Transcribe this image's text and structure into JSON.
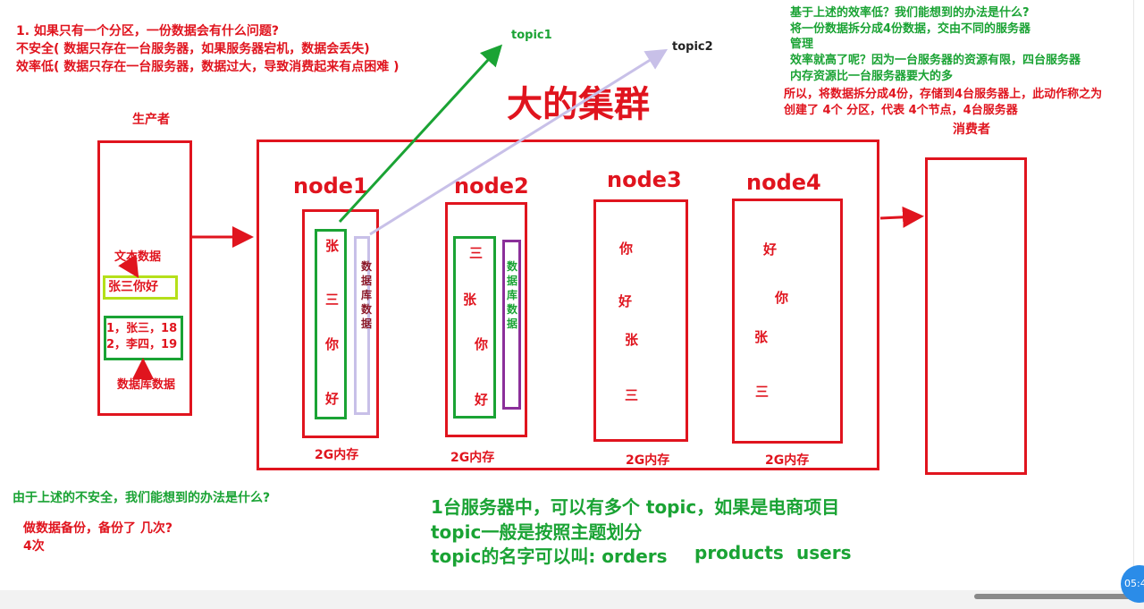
{
  "question": {
    "line1": "1. 如果只有一个分区，一份数据会有什么问题?",
    "line2": "不安全( 数据只存在一台服务器，如果服务器宕机，数据会丢失)",
    "line3": "效率低( 数据只存在一台服务器，数据过大，导致消费起来有点困难 )"
  },
  "topics": {
    "topic1": "topic1",
    "topic2": "topic2"
  },
  "big_cluster": "大的集群",
  "efficiency_note": {
    "line1": "基于上述的效率低？我们能想到的办法是什么?",
    "line2": "将一份数据拆分成4份数据，交由不同的服务器",
    "line3": "管理",
    "line4": "效率就高了呢？因为一台服务器的资源有限，四台服务器",
    "line5": "内存资源比一台服务器要大的多"
  },
  "partition_note": {
    "line1": "所以，将数据拆分成4份，存储到4台服务器上，此动作称之为",
    "line2": "创建了 4个 分区，代表 4个节点，4台服务器"
  },
  "producer": {
    "title": "生产者",
    "text_label": "文本数据",
    "text_value": "张三你好",
    "db_row1": "1，张三，18",
    "db_row2": "2，李四，19",
    "db_label": "数据库数据"
  },
  "consumer": {
    "title": "消费者"
  },
  "nodes": [
    {
      "name": "node1",
      "memory": "2G内存",
      "chars": [
        "张",
        "三",
        "你",
        "好"
      ],
      "db": "数据库数据"
    },
    {
      "name": "node2",
      "memory": "2G内存",
      "chars": [
        "三",
        "张",
        "你",
        "好"
      ],
      "db": "数据库数据"
    },
    {
      "name": "node3",
      "memory": "2G内存",
      "chars": [
        "你",
        "好",
        "张",
        "三"
      ]
    },
    {
      "name": "node4",
      "memory": "2G内存",
      "chars": [
        "好",
        "你",
        "张",
        "三"
      ]
    }
  ],
  "backup": {
    "question": "由于上述的不安全，我们能想到的办法是什么?",
    "answer": "做数据备份，备份了 几次?",
    "count": "4次"
  },
  "topic_note": {
    "line1": "1台服务器中，可以有多个 topic，如果是电商项目",
    "line2": "topic一般是按照主题划分",
    "line3_prefix": "topic的名字可以叫: orders",
    "line3_mid": "products",
    "line3_end": "users"
  },
  "clock": "05:4",
  "colors": {
    "red": "#e0141e",
    "green": "#1aa334",
    "lavender": "#c8c0e8",
    "purple": "#8b2f9a",
    "yellowgreen": "#b5e01a"
  }
}
